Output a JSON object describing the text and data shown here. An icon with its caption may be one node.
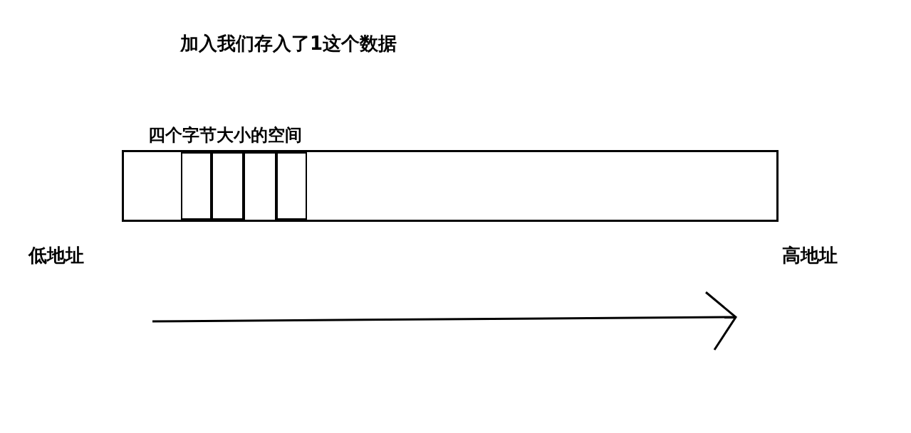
{
  "diagram": {
    "title": "加入我们存入了1这个数据",
    "nodes": [
      {
        "text": [],
        "shape": "box"
      },
      {
        "text": [],
        "shape": "box",
        "in": 0
      },
      {
        "text": [],
        "shape": "box",
        "in": 0
      },
      {
        "text": [],
        "shape": "box",
        "in": 0
      },
      {
        "text": [],
        "shape": "box",
        "in": 0
      }
    ],
    "labels": [
      "四个字节大小的空间",
      "低地址",
      "高地址"
    ]
  }
}
